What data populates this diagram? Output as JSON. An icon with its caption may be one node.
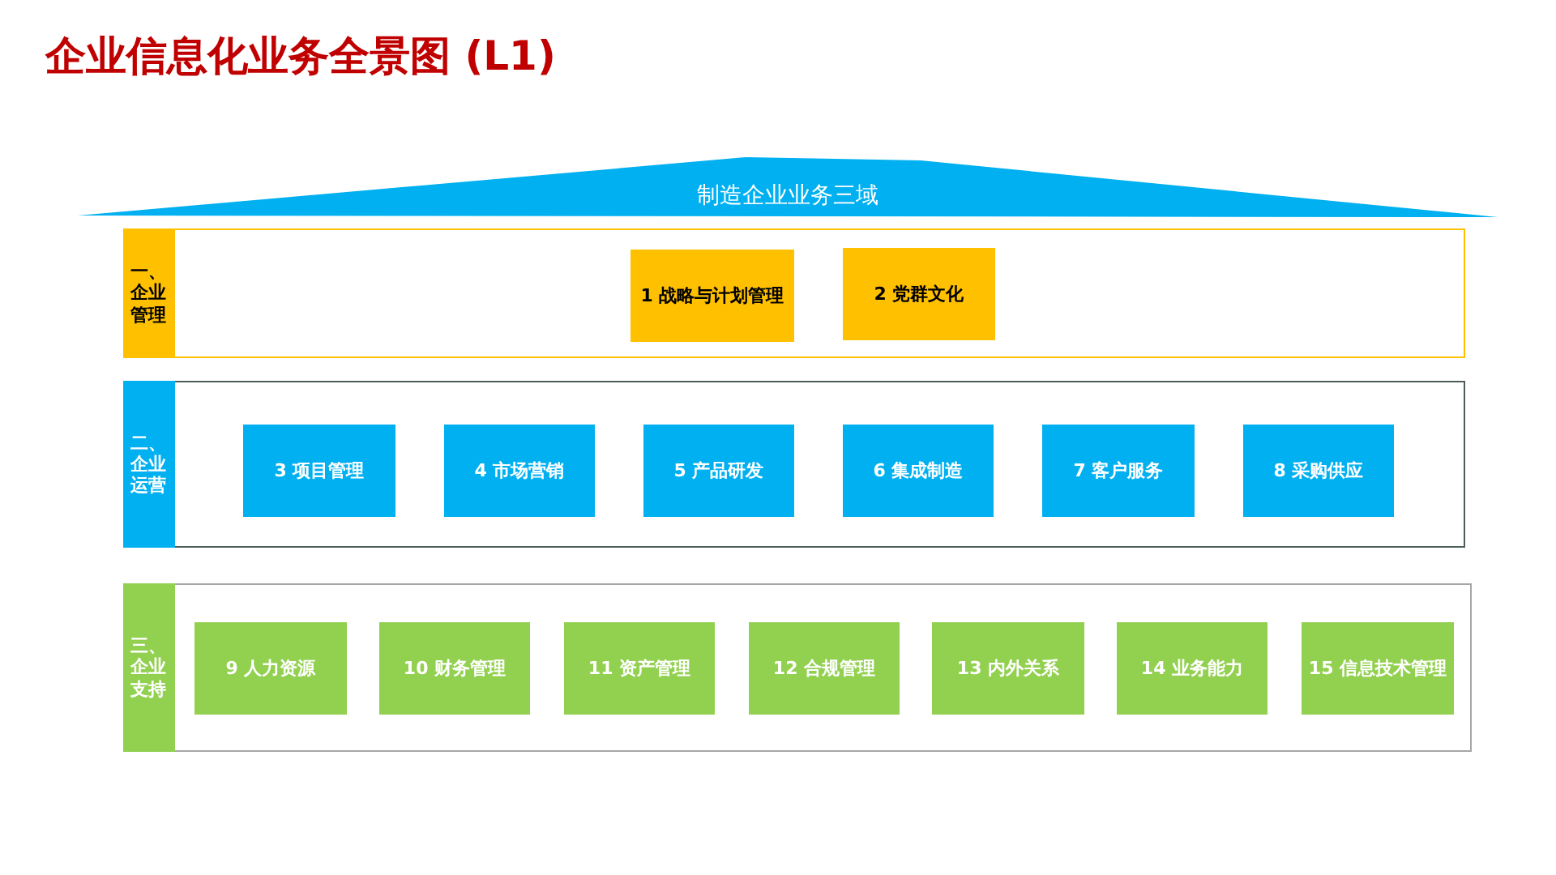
{
  "diagram": {
    "title": "企业信息化业务全景图 (L1)",
    "nodes": [
      {
        "text": [
          "制造企业业务三域"
        ]
      },
      {
        "text": [
          "一、企业管理"
        ]
      },
      {
        "text": [
          "1 战略与计划管理"
        ],
        "in": 1
      },
      {
        "text": [
          "2 党群文化"
        ],
        "in": 1
      },
      {
        "text": [
          "二、企业运营"
        ]
      },
      {
        "text": [
          "3 项目管理"
        ],
        "in": 4
      },
      {
        "text": [
          "4 市场营销"
        ],
        "in": 4
      },
      {
        "text": [
          "5 产品研发"
        ],
        "in": 4
      },
      {
        "text": [
          "6 集成制造"
        ],
        "in": 4
      },
      {
        "text": [
          "7 客户服务"
        ],
        "in": 4
      },
      {
        "text": [
          "8 采购供应"
        ],
        "in": 4
      },
      {
        "text": [
          "三、企业支持"
        ]
      },
      {
        "text": [
          "9 人力资源"
        ],
        "in": 11
      },
      {
        "text": [
          "10 财务管理"
        ],
        "in": 11
      },
      {
        "text": [
          "11 资产管理"
        ],
        "in": 11
      },
      {
        "text": [
          "12 合规管理"
        ],
        "in": 11
      },
      {
        "text": [
          "13 内外关系"
        ],
        "in": 11
      },
      {
        "text": [
          "14 业务能力"
        ],
        "in": 11
      },
      {
        "text": [
          "15 信息技术管理"
        ],
        "in": 11
      }
    ]
  }
}
